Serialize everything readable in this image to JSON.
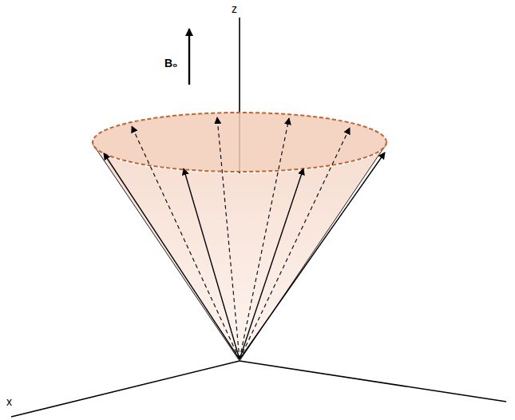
{
  "diagram": {
    "labels": [
      "z",
      "x",
      "B₀"
    ]
  }
}
